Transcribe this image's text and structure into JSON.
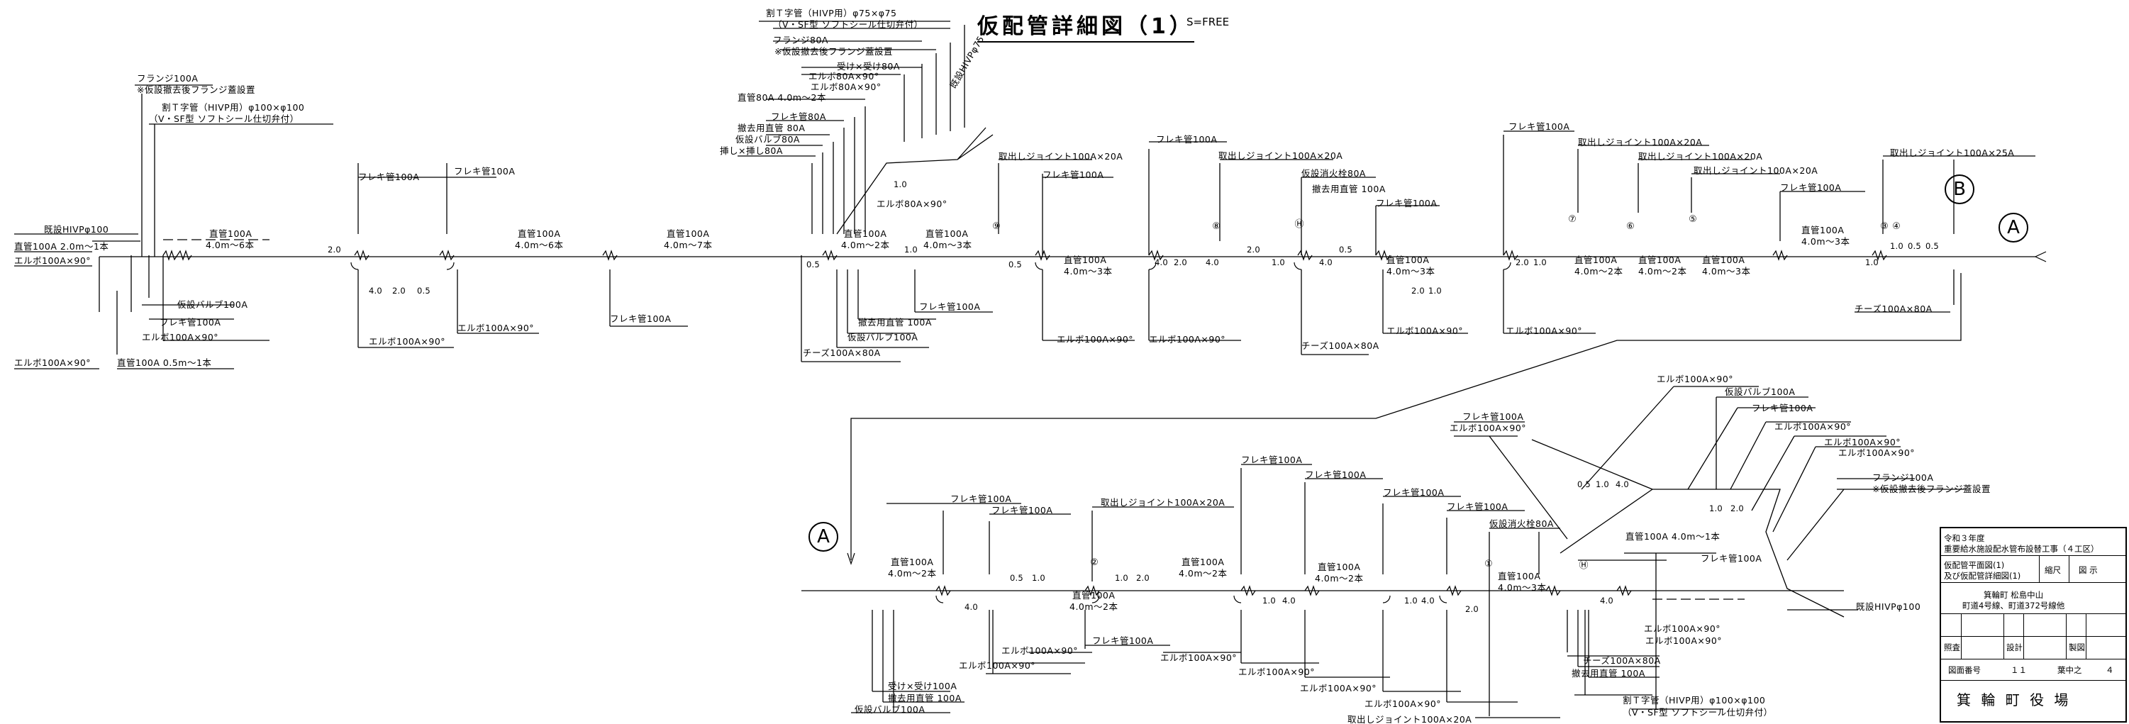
{
  "title": "仮配管詳細図（1）",
  "scale": "S=FREE",
  "markers": {
    "a": "A",
    "b": "B"
  },
  "nodes": [
    "⑨",
    "⑧",
    "Ⓗ",
    "⑦",
    "⑥",
    "⑤",
    "③",
    "④",
    "②",
    "①",
    "Ⓗ"
  ],
  "labels_top": {
    "flange_top": "フランジ100A",
    "flange_note": "※仮設撤去後フランジ蓋設置",
    "wari_t_left": "割Ｔ字管（HIVP用）φ100×φ100",
    "wari_t_left_note": "（V・SF型 ソフトシール仕切弁付）",
    "kisetsu_hivp_left": "既設HIVPφ100",
    "choku_left": "直管100A 2.0m～1本",
    "elbow_left1": "エルボ100A×90°",
    "elbow_left2": "エルボ100A×90°",
    "choku_left2": "直管100A 0.5m～1本",
    "kasetsu_valve_left": "仮設バルブ100A",
    "furekikan_left": "フレキ管100A",
    "elbow_left3": "エルボ100A×90°",
    "choku_100_6": "直管100A",
    "choku_100_6b": "4.0m～6本",
    "furekikan_a": "フレキ管100A",
    "furekikan_b": "フレキ管100A",
    "choku_100_6c": "直管100A",
    "choku_100_6d": "4.0m～6本",
    "choku_100_7": "直管100A",
    "choku_100_7b": "4.0m～7本",
    "elbow_c": "エルボ100A×90°",
    "elbow_d": "エルボ100A×90°",
    "furekikan_c": "フレキ管100A",
    "wari_t_75": "割Ｔ字管（HIVP用）φ75×φ75",
    "wari_t_75_note": "（V・SF型 ソフトシール仕切弁付）",
    "flange_80": "フランジ80A",
    "flange_80_note": "※仮設撤去後フランジ蓋設置",
    "uke_80": "受け×受け80A",
    "elbow_80a": "エルボ80A×90°",
    "elbow_80b": "エルボ80A×90°",
    "choku_80": "直管80A 4.0m～2本",
    "furekikan_80": "フレキ管80A",
    "tekkyo_80": "撤去用直管 80A",
    "kasetsu_valve_80": "仮設バルブ80A",
    "sashi_80": "挿し×挿し80A",
    "kisetsu_hivp_75": "既設HIVPφ75",
    "elbow_80c": "エルボ80A×90°",
    "choku_2hon": "直管100A",
    "choku_2hon_b": "4.0m～2本",
    "choku_3hon": "直管100A",
    "choku_3hon_b": "4.0m～3本",
    "furekikan_d": "フレキ管100A",
    "tekkyo_100": "撤去用直管 100A",
    "kasetsu_valve_100": "仮設バルブ100A",
    "cheese_a": "チーズ100A×80A",
    "toridashi_20a": "取出しジョイント100A×20A",
    "furekikan_e": "フレキ管100A",
    "choku_3hon_c": "直管100A",
    "choku_3hon_d": "4.0m～3本",
    "elbow_e": "エルボ100A×90°",
    "elbow_f": "エルボ100A×90°",
    "furekikan_f": "フレキ管100A",
    "toridashi_20b": "取出しジョイント100A×20A",
    "kasetsu_shoka": "仮設消火栓80A",
    "tekkyo_100b": "撤去用直管 100A",
    "furekikan_g": "フレキ管100A",
    "choku_3hon_e": "直管100A",
    "choku_3hon_f": "4.0m～3本",
    "elbow_g": "エルボ100A×90°",
    "cheese_b": "チーズ100A×80A",
    "furekikan_h": "フレキ管100A",
    "toridashi_20c": "取出しジョイント100A×20A",
    "toridashi_20d": "取出しジョイント100A×20A",
    "toridashi_20e": "取出しジョイント100A×20A",
    "furekikan_i": "フレキ管100A",
    "choku_2hon_g": "直管100A",
    "choku_2hon_h": "4.0m～2本",
    "choku_2hon_i": "直管100A",
    "choku_2hon_j": "4.0m～2本",
    "choku_3hon_g": "直管100A",
    "choku_3hon_h": "4.0m～3本",
    "choku_3hon_i": "直管100A",
    "choku_3hon_j": "4.0m～3本",
    "elbow_h": "エルボ100A×90°",
    "toridashi_25a": "取出しジョイント100A×25A",
    "cheese_c": "チーズ100A×80A"
  },
  "dims_top": [
    "2.0",
    "4.0",
    "2.0",
    "0.5",
    "0.5",
    "1.0",
    "0.5",
    "4.0",
    "2.0",
    "4.0",
    "2.0",
    "1.0",
    "4.0",
    "0.5",
    "2.0",
    "1.0",
    "2.0",
    "1.0",
    "1.0",
    "1.0",
    "0.5",
    "0.5",
    "1.0"
  ],
  "labels_bottom": {
    "furekikan_a": "フレキ管100A",
    "furekikan_b": "フレキ管100A",
    "toridashi_20a": "取出しジョイント100A×20A",
    "furekikan_c": "フレキ管100A",
    "furekikan_d": "フレキ管100A",
    "furekikan_e": "フレキ管100A",
    "furekikan_f": "フレキ管100A",
    "kasetsu_shoka": "仮設消火栓80A",
    "choku_a": "直管100A",
    "choku_a2": "4.0m～2本",
    "choku_b": "直管100A",
    "choku_b2": "4.0m～2本",
    "choku_c": "直管100A",
    "choku_c2": "4.0m～2本",
    "choku_d": "直管100A",
    "choku_d2": "4.0m～2本",
    "choku_e": "直管100A",
    "choku_e2": "4.0m～3本",
    "elbow_a": "エルボ100A×90°",
    "elbow_b": "エルボ100A×90°",
    "furekikan_g": "フレキ管100A",
    "elbow_c": "エルボ100A×90°",
    "elbow_d": "エルボ100A×90°",
    "elbow_e": "エルボ100A×90°",
    "elbow_f": "エルボ100A×90°",
    "toridashi_20b": "取出しジョイント100A×20A",
    "uke_100": "受け×受け100A",
    "tekkyo_100": "撤去用直管 100A",
    "kasetsu_valve_100": "仮設バルブ100A",
    "cheese_a": "チーズ100A×80A",
    "tekkyo_100b": "撤去用直管 100A",
    "elbow_g": "エルボ100A×90°",
    "elbow_h": "エルボ100A×90°",
    "wari_t": "割Ｔ字管（HIVP用）φ100×φ100",
    "wari_t_note": "（V・SF型 ソフトシール仕切弁付）",
    "choku_f": "直管100A 4.0m～1本",
    "furekikan_h": "フレキ管100A",
    "kisetsu_hivp": "既設HIVPφ100",
    "flange": "フランジ100A",
    "flange_note": "※仮設撤去後フランジ蓋設置",
    "elbow_i": "エルボ100A×90°",
    "kasetsu_valve_b": "仮設バルブ100A",
    "furekikan_i": "フレキ管100A",
    "elbow_j": "エルボ100A×90°",
    "elbow_k": "エルボ100A×90°",
    "elbow_l": "エルボ100A×90°",
    "furekikan_j": "フレキ管100A",
    "elbow_m": "エルボ100A×90°"
  },
  "dims_bottom": [
    "4.0",
    "0.5",
    "1.0",
    "1.0",
    "2.0",
    "1.0",
    "4.0",
    "1.0",
    "4.0",
    "2.0",
    "4.0",
    "0.5",
    "1.0",
    "4.0",
    "1.0",
    "2.0"
  ],
  "title_block": {
    "year": "令和３年度",
    "project": "重要給水施設配水管布設替工事（４工区）",
    "drawing1": "仮配管平面図(1)",
    "drawing2": "及び仮配管詳細図(1)",
    "scale_hdr": "縮尺",
    "scale_val": "図 示",
    "place1": "箕輪町 松島中山",
    "place2": "町道4号線、町道372号線他",
    "c1": "照査",
    "c2": "設計",
    "c3": "製図",
    "dwg_no_label": "図面番号",
    "dwg_no": "１１",
    "sheet_label": "葉中之",
    "sheet": "４",
    "office": "箕 輪 町 役 場"
  }
}
